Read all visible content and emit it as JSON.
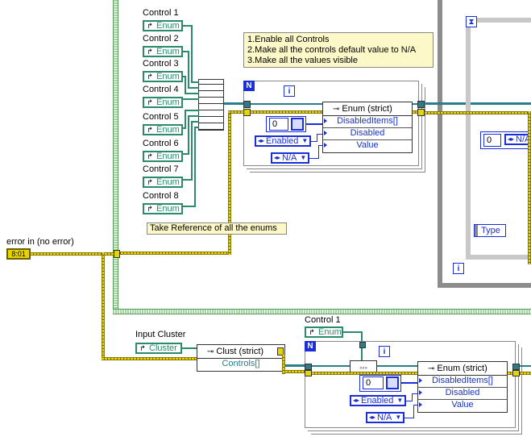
{
  "controls": [
    {
      "name": "Control 1",
      "type": "Enum"
    },
    {
      "name": "Control 2",
      "type": "Enum"
    },
    {
      "name": "Control 3",
      "type": "Enum"
    },
    {
      "name": "Control 4",
      "type": "Enum"
    },
    {
      "name": "Control 5",
      "type": "Enum"
    },
    {
      "name": "Control 6",
      "type": "Enum"
    },
    {
      "name": "Control 7",
      "type": "Enum"
    },
    {
      "name": "Control 8",
      "type": "Enum"
    }
  ],
  "comment": {
    "line1": "1.Enable all Controls",
    "line2": "2.Make all the controls default value to N/A",
    "line3": "3.Make all the values visible"
  },
  "ref_comment": "Take Reference of all the enums",
  "error_in": {
    "label": "error in (no error)",
    "terminal": "8:01"
  },
  "loop_tags": {
    "N": "N",
    "i": "i"
  },
  "prop_node_top": {
    "title": "Enum (strict)",
    "rows": [
      "DisabledItems[]",
      "Disabled",
      "Value"
    ]
  },
  "constants_top": {
    "index": "0",
    "enabled": "Enabled",
    "na": "N/A"
  },
  "right_panel": {
    "index": "0",
    "na": "N/A",
    "type_label": "Type"
  },
  "input_cluster": {
    "label": "Input Cluster",
    "type": "Cluster"
  },
  "cluster_node": {
    "title": "Clust (strict)",
    "row": "Controls[]"
  },
  "control1_bottom": {
    "label": "Control 1",
    "type": "Enum"
  },
  "prop_node_bottom": {
    "title": "Enum (strict)",
    "rows": [
      "DisabledItems[]",
      "Disabled",
      "Value"
    ]
  },
  "constants_bottom": {
    "index": "0",
    "enabled": "Enabled",
    "na": "N/A"
  }
}
